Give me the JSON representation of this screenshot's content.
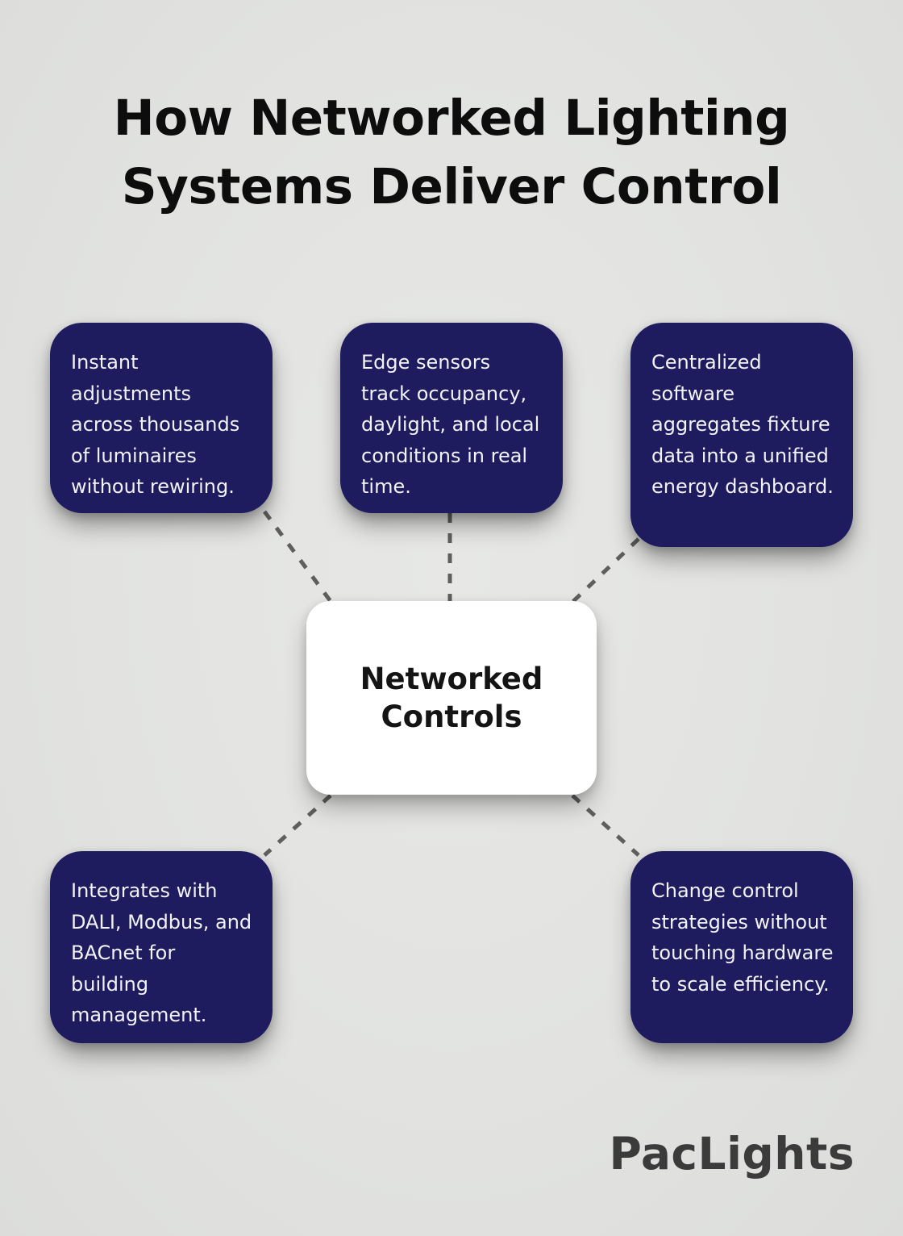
{
  "title": {
    "line1": "How Networked Lighting",
    "line2": "Systems Deliver Control"
  },
  "center": {
    "label": "Networked Controls"
  },
  "nodes": [
    {
      "id": "top-left",
      "text": "Instant adjustments across thousands of luminaires without rewiring."
    },
    {
      "id": "top-center",
      "text": "Edge sensors track occupancy, daylight, and local conditions in real time."
    },
    {
      "id": "top-right",
      "text": "Centralized software aggregates fixture data into a unified energy dashboard."
    },
    {
      "id": "bottom-left",
      "text": "Integrates with DALI, Modbus, and BACnet for building management."
    },
    {
      "id": "bottom-right",
      "text": "Change control strategies without touching hardware to scale efficiency."
    }
  ],
  "footer": {
    "brand": "PacLights"
  },
  "colors": {
    "background": "#e2e3e1",
    "node_background": "#1e1b5e",
    "node_text": "#f2f3f8",
    "center_background": "#ffffff",
    "center_text": "#141414",
    "connector": "#5f5f5f",
    "title_text": "#0d0d0d",
    "brand_text": "#3b3b3b"
  }
}
